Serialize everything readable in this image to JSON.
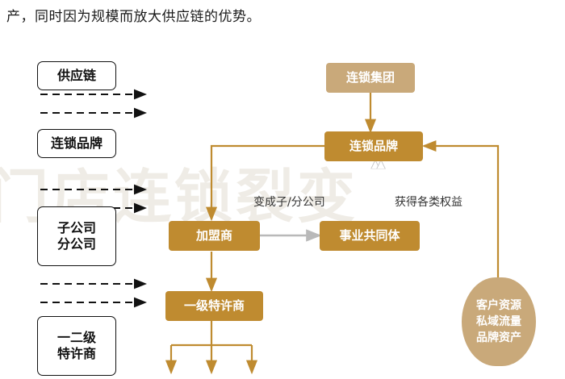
{
  "caption": "产，同时因为规模而放大供应链的优势。",
  "watermark": "门店连锁裂变",
  "colors": {
    "accent_dark": "#bf8b30",
    "accent_light": "#c9a97a",
    "outline": "#111111",
    "watermark": "#efece6",
    "arrow_gray": "#9a9a9a"
  },
  "left_column": {
    "nodes": [
      {
        "id": "supply-chain",
        "label": "供应链"
      },
      {
        "id": "chain-brand",
        "label": "连锁品牌"
      },
      {
        "id": "subsidiary",
        "label": "子公司\n分公司",
        "line1": "子公司",
        "line2": "分公司"
      },
      {
        "id": "franchisee-levels",
        "label": "一二级\n特许商",
        "line1": "一二级",
        "line2": "特许商"
      }
    ]
  },
  "diagram": {
    "nodes": [
      {
        "id": "chain-group",
        "label": "连锁集团",
        "style": "fill-light"
      },
      {
        "id": "chain-brand-right",
        "label": "连锁品牌",
        "style": "fill-dark"
      },
      {
        "id": "franchise-partner",
        "label": "加盟商",
        "style": "fill-dark"
      },
      {
        "id": "career-community",
        "label": "事业共同体",
        "style": "fill-dark"
      },
      {
        "id": "first-level-franchisee",
        "label": "一级特许商",
        "style": "fill-dark"
      },
      {
        "id": "customer-assets",
        "line1": "客户资源",
        "line2": "私域流量",
        "line3": "品牌资产",
        "style": "pill"
      }
    ],
    "edge_labels": [
      {
        "id": "become-subsidiary",
        "text": "变成子/分公司"
      },
      {
        "id": "gain-rights",
        "text": "获得各类权益"
      }
    ]
  }
}
